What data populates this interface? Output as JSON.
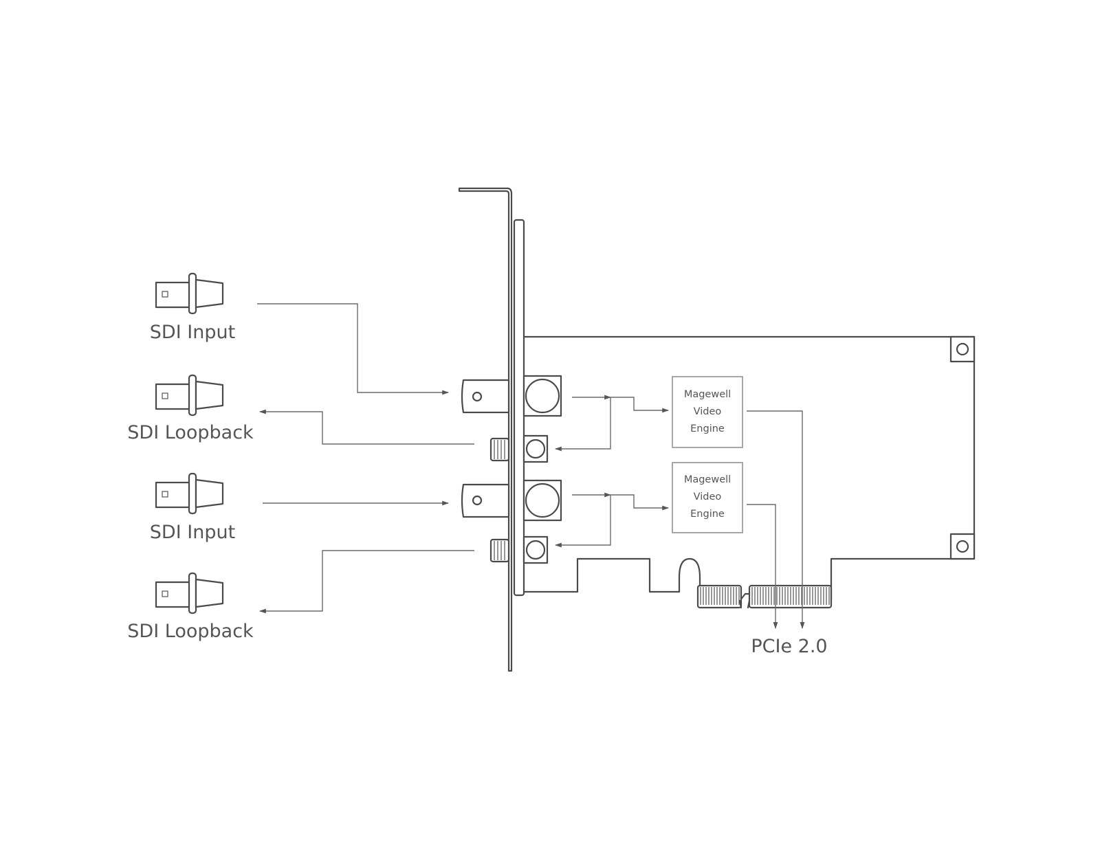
{
  "labels": {
    "connector_1": "SDI Input",
    "connector_2": "SDI Loopback",
    "connector_3": "SDI Input",
    "connector_4": "SDI Loopback",
    "bus": "PCIe 2.0"
  },
  "engines": [
    {
      "line1": "Magewell",
      "line2": "Video",
      "line3": "Engine"
    },
    {
      "line1": "Magewell",
      "line2": "Video",
      "line3": "Engine"
    }
  ],
  "colors": {
    "line": "#4a4a4a",
    "text": "#555555"
  }
}
